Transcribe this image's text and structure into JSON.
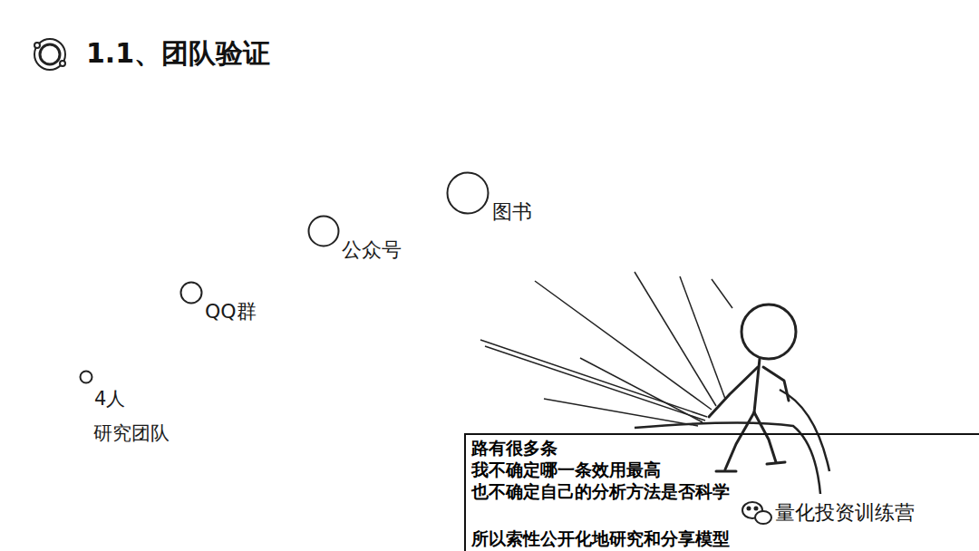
{
  "diagram": {
    "title": "1.1、团队验证",
    "nodes": [
      {
        "text": [
          "4人",
          "研究团队"
        ]
      },
      {
        "text": [
          "QQ群"
        ]
      },
      {
        "text": [
          "公众号"
        ]
      },
      {
        "text": [
          "图书"
        ]
      },
      {
        "text": [
          "路有很多条",
          "我不确定哪一条效用最高",
          "也不确定自己的分析方法是否科学",
          "所以索性公开化地研究和分享模型"
        ]
      }
    ],
    "labels": [
      "量化投资训练营"
    ]
  }
}
